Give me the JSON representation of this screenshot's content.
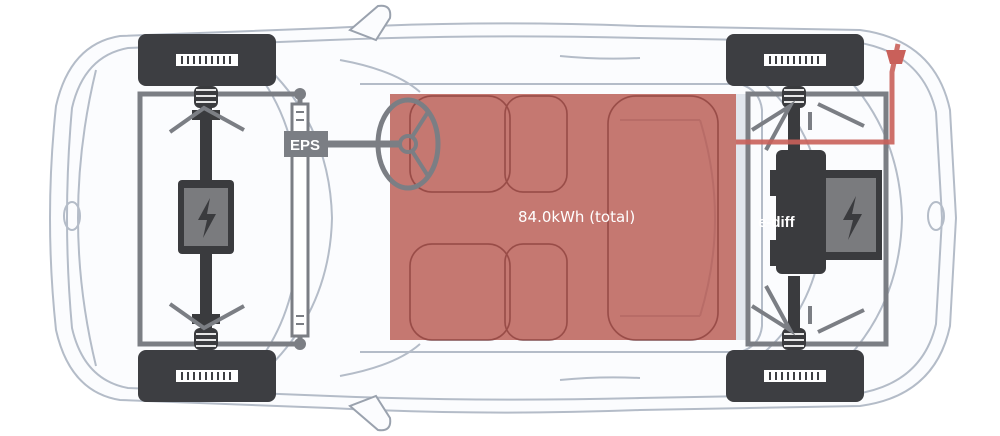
{
  "labels": {
    "eps": "EPS",
    "ediff": "e-diff",
    "battery": "84.0kWh (total)"
  },
  "colors": {
    "battery_fill": "#b85a52",
    "chassis_line": "#7b7e84",
    "motor_dark": "#3a3b3e",
    "tire_dark": "#3d3e42",
    "body_outline": "#b4bcc8",
    "charge_line": "#c9605a"
  },
  "icons": {
    "front_motor": "lightning-bolt-icon",
    "rear_motor": "lightning-bolt-icon",
    "steering": "steering-wheel-icon"
  }
}
